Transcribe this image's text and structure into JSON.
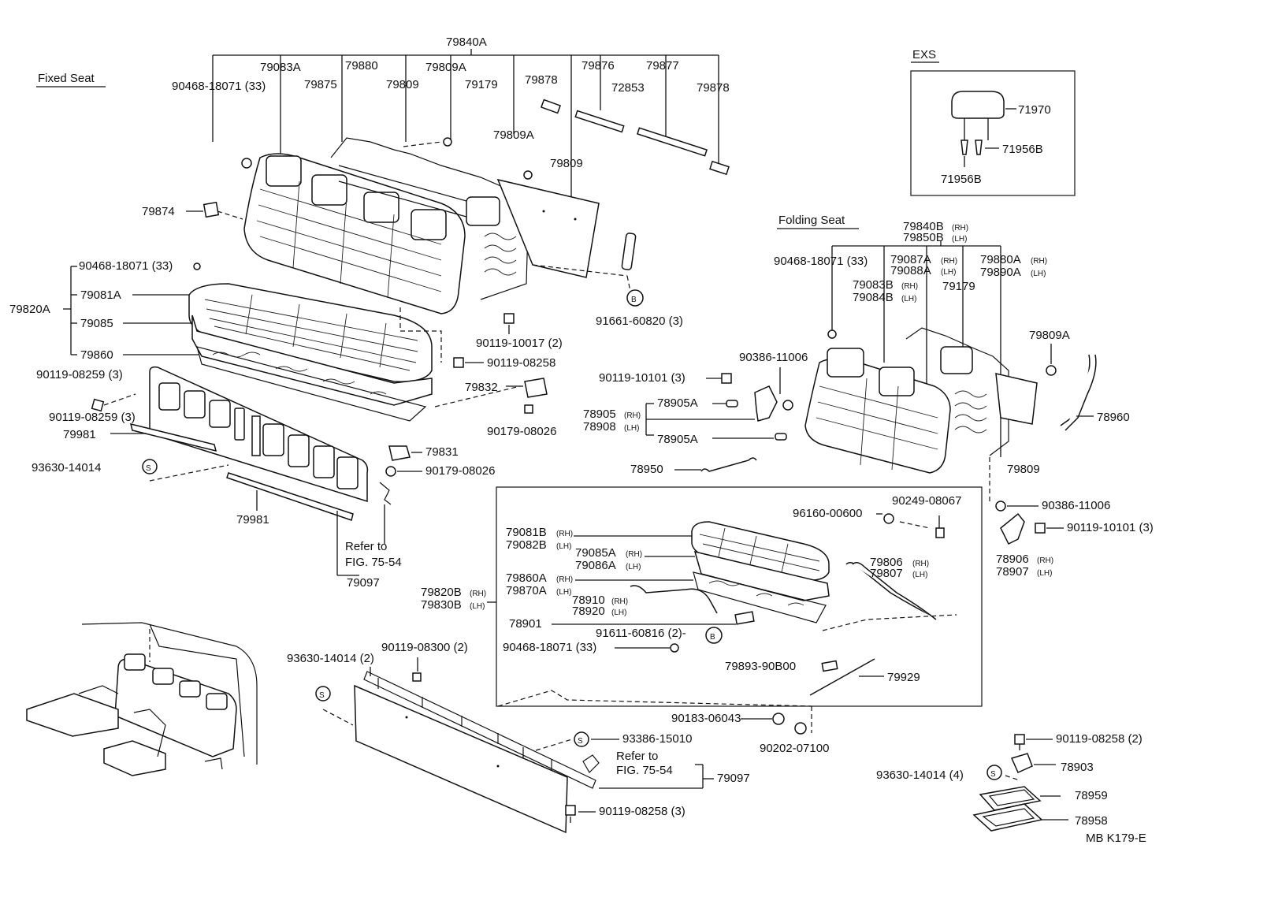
{
  "sections": {
    "fixed_seat": "Fixed Seat",
    "folding_seat": "Folding Seat",
    "exs": "EXS"
  },
  "drawing_code": "MB K179-E",
  "callouts": {
    "c79840A": "79840A",
    "c79083A": "79083A",
    "c79880": "79880",
    "c79809A_top": "79809A",
    "c90468_18071_fixed": "90468-18071 (33)",
    "c79875": "79875",
    "c79809_top": "79809",
    "c79179_fixed": "79179",
    "c79878_a": "79878",
    "c79876": "79876",
    "c79877": "79877",
    "c72853": "72853",
    "c79878_b": "79878",
    "c79809A_mid": "79809A",
    "c79809_mid": "79809",
    "c79874": "79874",
    "c90468_18071_33": "90468-18071 (33)",
    "c79820A": "79820A",
    "c79081A": "79081A",
    "c79085": "79085",
    "c79860": "79860",
    "c91661_60820": "91661-60820 (3)",
    "c90119_10017": "90119-10017 (2)",
    "c90119_08258_a": "90119-08258",
    "c90119_08259_a": "90119-08259 (3)",
    "c90119_08259_b": "90119-08259 (3)",
    "c79832": "79832",
    "c90179_08026_a": "90179-08026",
    "c79981_a": "79981",
    "c93630_14014_a": "93630-14014",
    "c79831": "79831",
    "c90179_08026_b": "90179-08026",
    "c79981_b": "79981",
    "c79097_a": "79097",
    "c71970": "71970",
    "c71956B_a": "71956B",
    "c71956B_b": "71956B",
    "c79840B": "79840B",
    "c79850B": "79850B",
    "c90468_18071_fold": "90468-18071 (33)",
    "c79087A": "79087A",
    "c79088A": "79088A",
    "c79880A": "79880A",
    "c79890A": "79890A",
    "c79083B": "79083B",
    "c79084B": "79084B",
    "c79179_fold": "79179",
    "c79809A_fold": "79809A",
    "c90386_11006_a": "90386-11006",
    "c90119_10101_a": "90119-10101 (3)",
    "c78905A_a": "78905A",
    "c78905": "78905",
    "c78908": "78908",
    "c78905A_b": "78905A",
    "c78960": "78960",
    "c78950": "78950",
    "c79809_fold": "79809",
    "c90249_08067": "90249-08067",
    "c96160_00600": "96160-00600",
    "c90386_11006_b": "90386-11006",
    "c90119_10101_b": "90119-10101 (3)",
    "c79081B": "79081B",
    "c79082B": "79082B",
    "c79085A": "79085A",
    "c79086A": "79086A",
    "c78906": "78906",
    "c78907": "78907",
    "c79806": "79806",
    "c79807": "79807",
    "c79860A": "79860A",
    "c79870A": "79870A",
    "c79820B": "79820B",
    "c79830B": "79830B",
    "c78910": "78910",
    "c78920": "78920",
    "c78901": "78901",
    "c91611_60816": "91611-60816 (2)-",
    "c90468_18071_d": "90468-18071 (33)",
    "c90119_08300": "90119-08300 (2)",
    "c93630_14014_b": "93630-14014 (2)",
    "c79893_90B00": "79893-90B00",
    "c79929": "79929",
    "c90183_06043": "90183-06043",
    "c90202_07100": "90202-07100",
    "c93386_15010": "93386-15010",
    "c79097_b": "79097",
    "c90119_08258_b": "90119-08258 (3)",
    "c90119_08258_c": "90119-08258 (2)",
    "c78903": "78903",
    "c93630_14014_c": "93630-14014 (4)",
    "c78959": "78959",
    "c78958": "78958"
  },
  "references": {
    "ref_a_line1": "Refer to",
    "ref_a_line2": "FIG. 75-54",
    "ref_b_line1": "Refer to",
    "ref_b_line2": "FIG. 75-54"
  },
  "side_tags": {
    "rh": "(RH)",
    "lh": "(LH)"
  },
  "symbols": {
    "b": "B",
    "s": "S"
  }
}
